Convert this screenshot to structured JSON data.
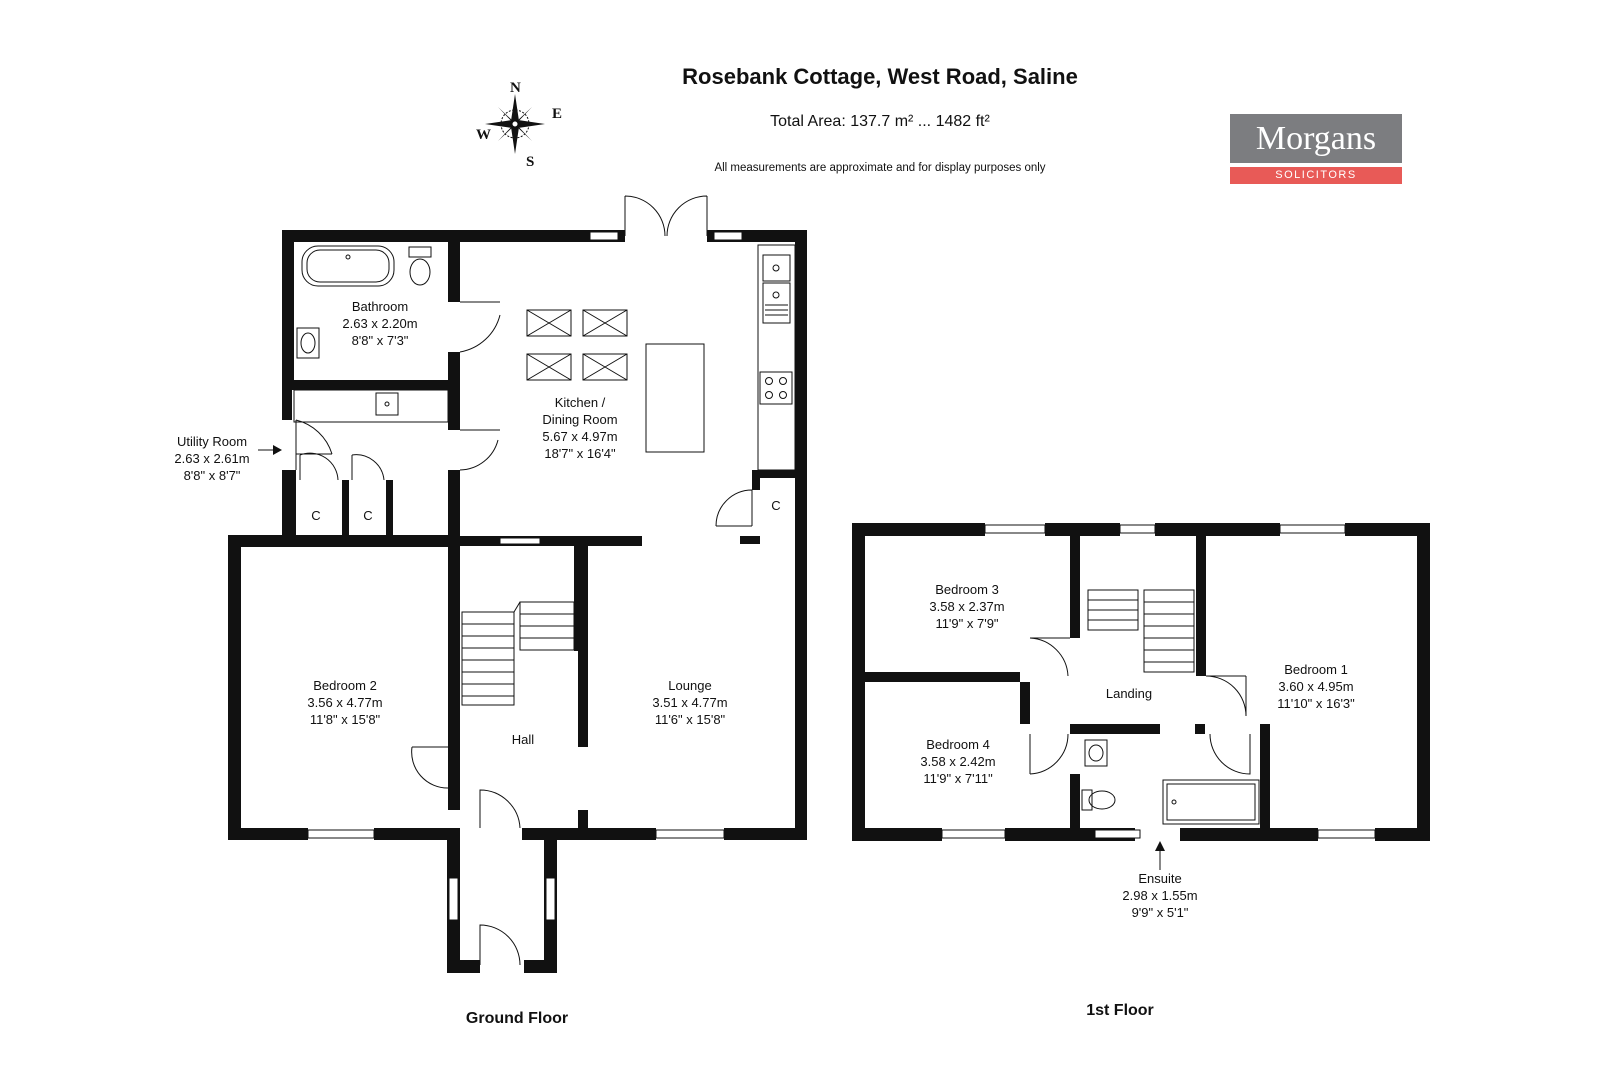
{
  "header": {
    "title": "Rosebank Cottage, West Road, Saline",
    "total_area": "Total Area: 137.7 m² ... 1482 ft²",
    "disclaimer": "All measurements are approximate and for display purposes only"
  },
  "logo": {
    "name": "Morgans",
    "tagline": "SOLICITORS",
    "gray": "#7c7d80",
    "red": "#e85a57"
  },
  "compass": {
    "n": "N",
    "e": "E",
    "s": "S",
    "w": "W"
  },
  "ground_floor": {
    "label": "Ground Floor",
    "rooms": {
      "bathroom": {
        "name": "Bathroom",
        "metric": "2.63 x 2.20m",
        "imperial": "8'8\" x 7'3\""
      },
      "kitchen": {
        "name": "Kitchen /",
        "name2": "Dining Room",
        "metric": "5.67 x 4.97m",
        "imperial": "18'7\" x 16'4\""
      },
      "utility": {
        "name": "Utility Room",
        "metric": "2.63 x 2.61m",
        "imperial": "8'8\" x 8'7\""
      },
      "bedroom2": {
        "name": "Bedroom 2",
        "metric": "3.56 x 4.77m",
        "imperial": "11'8\" x 15'8\""
      },
      "lounge": {
        "name": "Lounge",
        "metric": "3.51 x 4.77m",
        "imperial": "11'6\" x 15'8\""
      },
      "hall": {
        "name": "Hall"
      },
      "cupboard": "C"
    }
  },
  "first_floor": {
    "label": "1st Floor",
    "rooms": {
      "bedroom3": {
        "name": "Bedroom 3",
        "metric": "3.58 x 2.37m",
        "imperial": "11'9\" x 7'9\""
      },
      "bedroom4": {
        "name": "Bedroom 4",
        "metric": "3.58 x 2.42m",
        "imperial": "11'9\" x 7'11\""
      },
      "bedroom1": {
        "name": "Bedroom 1",
        "metric": "3.60 x 4.95m",
        "imperial": "11'10\" x 16'3\""
      },
      "landing": {
        "name": "Landing"
      },
      "ensuite": {
        "name": "Ensuite",
        "metric": "2.98 x 1.55m",
        "imperial": "9'9\" x 5'1\""
      }
    }
  }
}
